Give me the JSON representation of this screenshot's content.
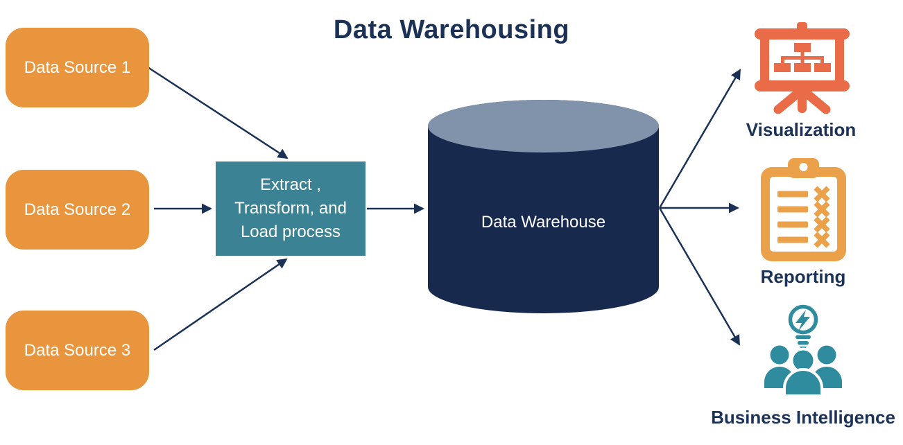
{
  "title": "Data Warehousing",
  "colors": {
    "navy_text_arrows": "#1B3156",
    "cylinder_body": "#172A4E",
    "cylinder_top": "#8192AB",
    "source_box_orange": "#E9953E",
    "etl_box_teal": "#3A8294",
    "visualization_icon_orange": "#E96B47",
    "reporting_icon_orange": "#EBA04A",
    "bi_icon_teal": "#2E8C9E",
    "box_text": "#FFFFFF"
  },
  "sources": [
    {
      "label": "Data Source 1"
    },
    {
      "label": "Data Source 2"
    },
    {
      "label": "Data Source 3"
    }
  ],
  "etl": {
    "label": "Extract ,\nTransform, and\nLoad process"
  },
  "warehouse": {
    "label": "Data Warehouse",
    "shape": "cylinder"
  },
  "outputs": [
    {
      "label": "Visualization",
      "icon": "presentation-flowchart-icon"
    },
    {
      "label": "Reporting",
      "icon": "clipboard-checklist-icon"
    },
    {
      "label": "Business Intelligence",
      "icon": "team-lightbulb-icon"
    }
  ],
  "connections": [
    {
      "from": "Data Source 1",
      "to": "Extract, Transform, and Load process"
    },
    {
      "from": "Data Source 2",
      "to": "Extract, Transform, and Load process"
    },
    {
      "from": "Data Source 3",
      "to": "Extract, Transform, and Load process"
    },
    {
      "from": "Extract, Transform, and Load process",
      "to": "Data Warehouse"
    },
    {
      "from": "Data Warehouse",
      "to": "Visualization"
    },
    {
      "from": "Data Warehouse",
      "to": "Reporting"
    },
    {
      "from": "Data Warehouse",
      "to": "Business Intelligence"
    }
  ]
}
